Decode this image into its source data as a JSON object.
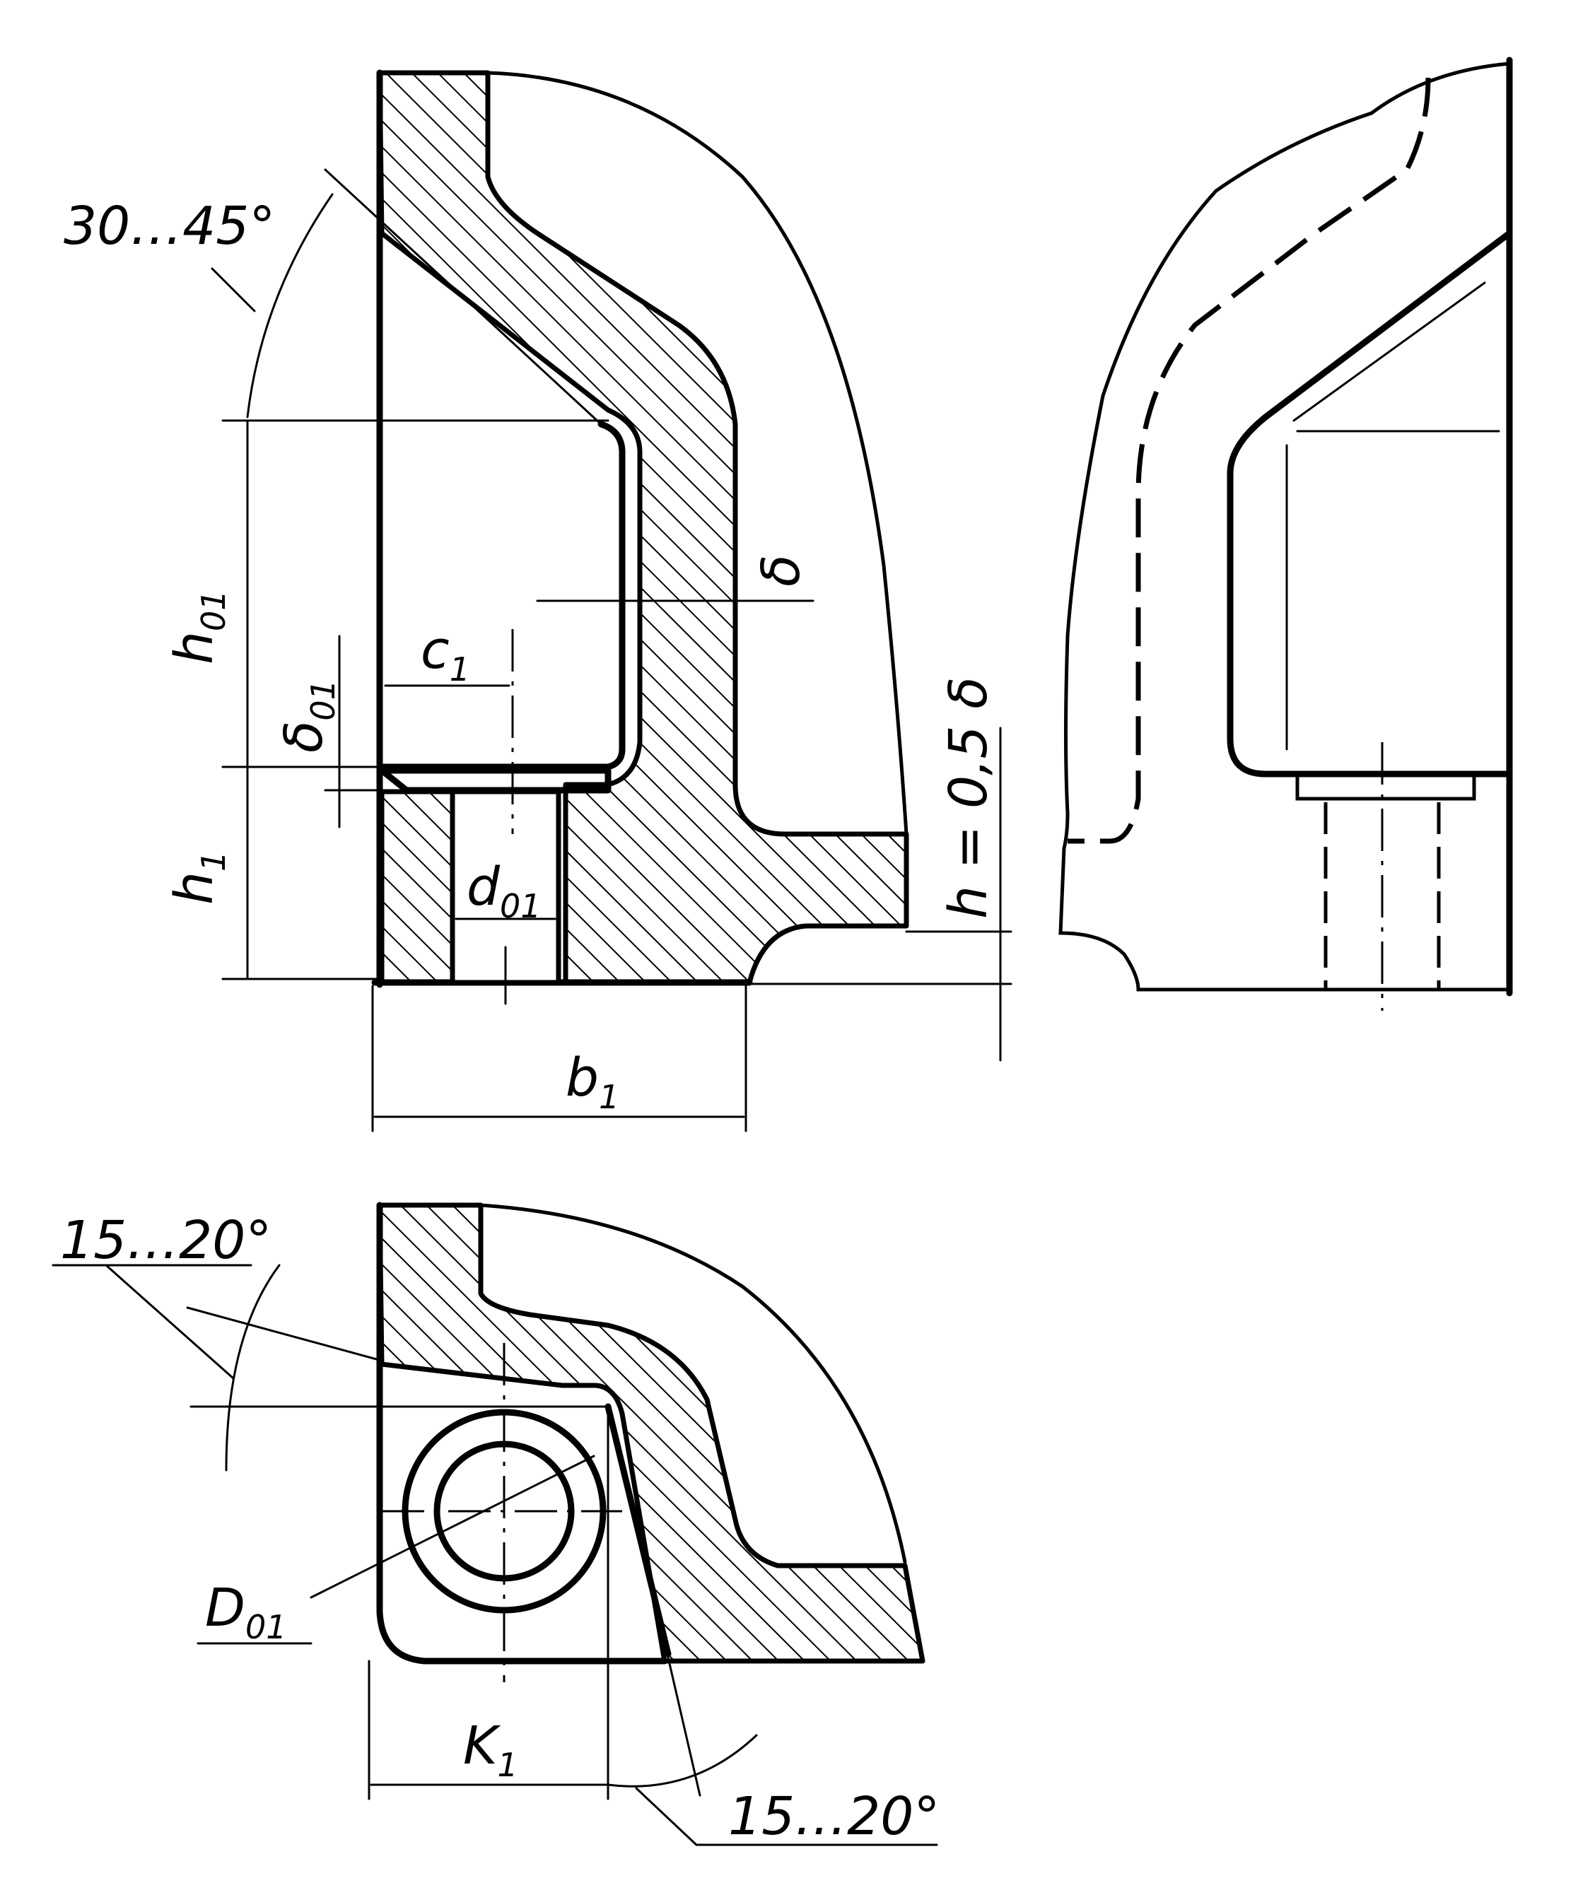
{
  "labels": {
    "angle_top": "30…45°",
    "h01": "h",
    "h01_sub": "01",
    "delta01": "δ",
    "delta01_sub": "01",
    "c1": "c",
    "c1_sub": "1",
    "delta": "δ",
    "h1": "h",
    "h1_sub": "1",
    "d01": "d",
    "d01_sub": "01",
    "h_eq": "h = 0,5 δ",
    "b1": "b",
    "b1_sub": "1",
    "angle_left": "15…20°",
    "D01": "D",
    "D01_sub": "01",
    "K1": "K",
    "K1_sub": "1",
    "angle_bottom": "15…20°"
  }
}
